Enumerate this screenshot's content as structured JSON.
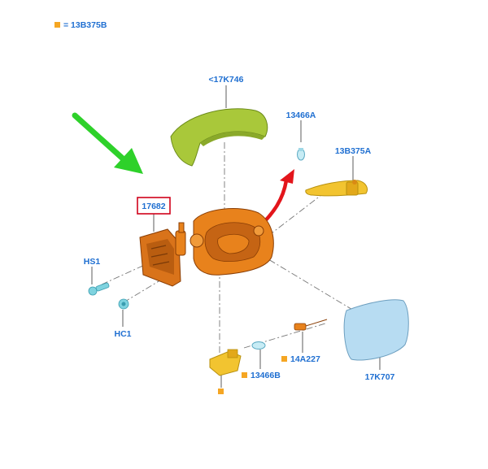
{
  "legend": {
    "marker_color": "#f5a623",
    "text": "= 13B375B"
  },
  "label_color": "#1f6fd1",
  "callout_color": "#d0021b",
  "labels": {
    "cover": "<17K746",
    "bulb_top": "13466A",
    "lamp_top": "13B375A",
    "housing": "17682",
    "screw": "HS1",
    "clip": "HC1",
    "bulb_bottom": "13466B",
    "wire": "14A227",
    "glass": "17K707"
  },
  "colors": {
    "cover": "#a9c83a",
    "housing": "#e8821c",
    "lamp": "#f2c430",
    "glass": "#b7dcf2",
    "small_parts": "#7fd3df",
    "pointer_green": "#2ed12a",
    "pointer_red": "#e3151b"
  },
  "icons": {
    "pointer_green": "green-arrow-icon",
    "pointer_red": "red-curved-arrow-icon"
  }
}
